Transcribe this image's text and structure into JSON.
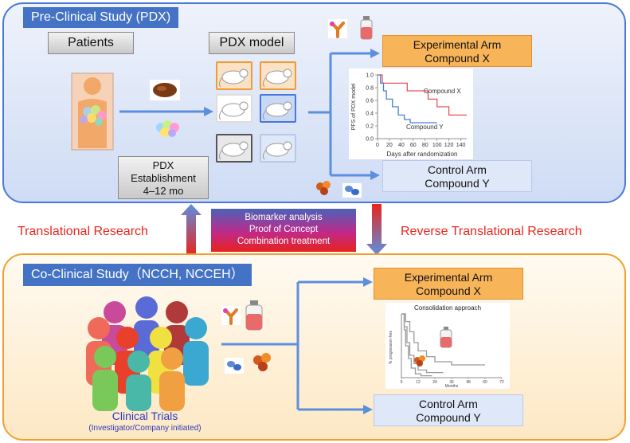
{
  "preclinical": {
    "title": "Pre-Clinical Study (PDX)",
    "patients_label": "Patients",
    "pdx_model_label": "PDX model",
    "establishment": {
      "line1": "PDX",
      "line2": "Establishment",
      "line3": "4–12 mo"
    },
    "experimental_arm": {
      "line1": "Experimental Arm",
      "line2": "Compound X"
    },
    "control_arm": {
      "line1": "Control Arm",
      "line2": "Compound Y"
    },
    "chart": {
      "ylabel": "PFS of PDX model",
      "xlabel": "Days after randomization",
      "series_x_label": "Compound X",
      "series_y_label": "Compound Y",
      "yticks": [
        "1.0",
        "0.8",
        "0.6",
        "0.4",
        "0.2",
        "0.0"
      ],
      "xticks": [
        "0",
        "20",
        "40",
        "60",
        "80",
        "100",
        "120",
        "140"
      ]
    }
  },
  "middle": {
    "left_label": "Translational Research",
    "right_label": "Reverse Translational Research",
    "center_line1": "Biomarker analysis",
    "center_line2": "Proof of Concept",
    "center_line3": "Combination treatment"
  },
  "coclinical": {
    "title": "Co-Clinical Study（NCCH, NCCEH）",
    "trials_label": "Clinical Trials",
    "trials_sub": "(Investigator/Company initiated)",
    "experimental_arm": {
      "line1": "Experimental Arm",
      "line2": "Compound X"
    },
    "control_arm": {
      "line1": "Control Arm",
      "line2": "Compound Y"
    },
    "chart": {
      "title": "Consolidation approach",
      "xlabel": "Months",
      "ylabel": "% progression-free",
      "xticks": [
        "0",
        "12",
        "24",
        "36",
        "48",
        "60",
        "72"
      ]
    }
  },
  "chart_data": [
    {
      "type": "line",
      "title": "",
      "xlabel": "Days after randomization",
      "ylabel": "PFS of PDX model",
      "xlim": [
        0,
        150
      ],
      "ylim": [
        0,
        1.0
      ],
      "series": [
        {
          "name": "Compound X",
          "color": "#e8505b",
          "x": [
            0,
            8,
            8,
            50,
            50,
            85,
            85,
            100,
            100,
            120,
            120,
            150
          ],
          "y": [
            1.0,
            1.0,
            0.87,
            0.87,
            0.75,
            0.75,
            0.62,
            0.62,
            0.5,
            0.5,
            0.37,
            0.37
          ]
        },
        {
          "name": "Compound Y",
          "color": "#4a7fd6",
          "x": [
            0,
            5,
            5,
            10,
            10,
            15,
            15,
            25,
            25,
            35,
            35,
            45,
            45,
            55,
            55,
            100
          ],
          "y": [
            1.0,
            1.0,
            0.87,
            0.87,
            0.75,
            0.75,
            0.62,
            0.62,
            0.5,
            0.5,
            0.37,
            0.37,
            0.3,
            0.3,
            0.25,
            0.25
          ]
        }
      ]
    },
    {
      "type": "line",
      "title": "Consolidation approach",
      "xlabel": "Months",
      "ylabel": "% progression-free",
      "xlim": [
        0,
        72
      ],
      "ylim": [
        0,
        1.0
      ],
      "series": [
        {
          "color": "#9a9a9a",
          "x": [
            0,
            3,
            3,
            6,
            6,
            9,
            9,
            12,
            12,
            18,
            18,
            24,
            24,
            36,
            36,
            60
          ],
          "y": [
            1.0,
            1.0,
            0.88,
            0.88,
            0.72,
            0.72,
            0.55,
            0.55,
            0.42,
            0.42,
            0.33,
            0.33,
            0.25,
            0.25,
            0.2,
            0.2
          ]
        },
        {
          "color": "#9a9a9a",
          "x": [
            0,
            2,
            2,
            4,
            4,
            6,
            6,
            9,
            9,
            12,
            12,
            18,
            18,
            30
          ],
          "y": [
            1.0,
            1.0,
            0.8,
            0.8,
            0.55,
            0.55,
            0.35,
            0.35,
            0.22,
            0.22,
            0.12,
            0.12,
            0.08,
            0.08
          ]
        },
        {
          "color": "#9a9a9a",
          "x": [
            0,
            2,
            2,
            3,
            3,
            5,
            5,
            7,
            7,
            10,
            10,
            14,
            14,
            22
          ],
          "y": [
            1.0,
            1.0,
            0.75,
            0.75,
            0.5,
            0.5,
            0.3,
            0.3,
            0.15,
            0.15,
            0.06,
            0.06,
            0.03,
            0.03
          ]
        }
      ]
    }
  ],
  "colors": {
    "panel_blue_border": "#4a78d6",
    "panel_orange_border": "#f0a030",
    "header_blue": "#4472c4",
    "arm_orange": "#f8b458",
    "arm_blue": "#dfe8f8",
    "accent_red": "#e8261c",
    "arrow_blue": "#5b8fe0"
  },
  "icons": [
    "person-icon",
    "tumor-tissue-icon",
    "mouse-icon",
    "drug-vial-icon",
    "antibody-icon",
    "molecule-icon",
    "crowd-icon"
  ]
}
